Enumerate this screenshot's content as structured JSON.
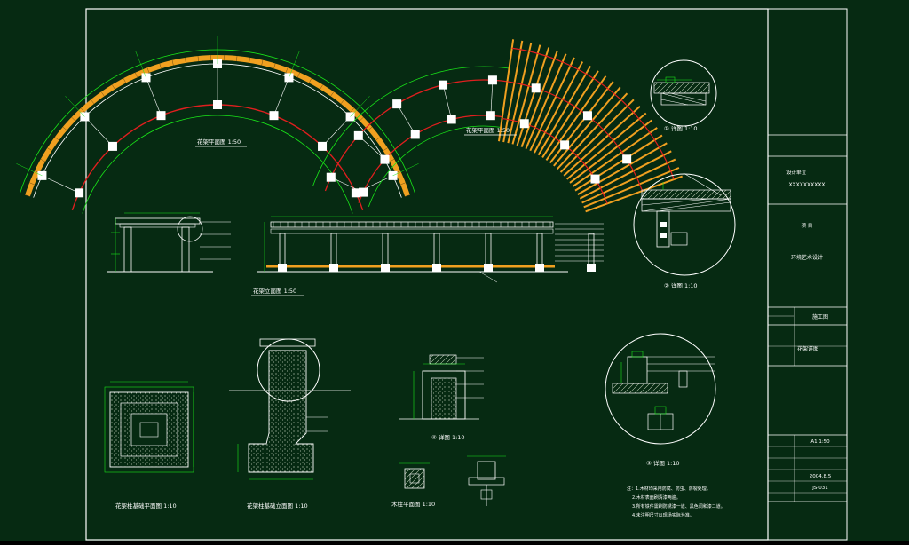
{
  "colors": {
    "background": "#062a12",
    "frame": "#ffffff",
    "dimension": "#19e619",
    "outline": "#ffffff",
    "beam": "#e01f1f",
    "timber": "#f0a020",
    "hatch": "#b9c9b0"
  },
  "plans": {
    "plan_a_title": "花架平面图 1:50",
    "plan_b_title": "花架平面图 1:50"
  },
  "elevation": {
    "title": "花架立面图 1:50"
  },
  "details": {
    "d1_title": "① 详图 1:10",
    "d2_title": "② 详图 1:10",
    "d3_title": "③ 详图 1:10",
    "d4_title": "④ 详图 1:10"
  },
  "foundations": {
    "plan_title": "花架柱基础平面图 1:10",
    "section_title": "花架柱基础立面图 1:10",
    "column_plan_title": "木柱平面图 1:10"
  },
  "notes": {
    "lines": [
      "注：1.木材均采用防腐、防虫、防裂处理。",
      "2.木材表面刷清漆两遍。",
      "3.所有铁件需刷防锈漆一道、黑色调和漆二道。",
      "4.未注明尺寸以现场实际为准。"
    ]
  },
  "title_block": {
    "company": "XXXXXXXXXX",
    "company_label": "设计单位",
    "project_label": "项 目",
    "project": "环境艺术设计",
    "stage": "施工图",
    "drawing_name": "花架详图",
    "scale": "A1 1:50",
    "date": "2004.8.5",
    "drawing_no": "JS-031"
  }
}
